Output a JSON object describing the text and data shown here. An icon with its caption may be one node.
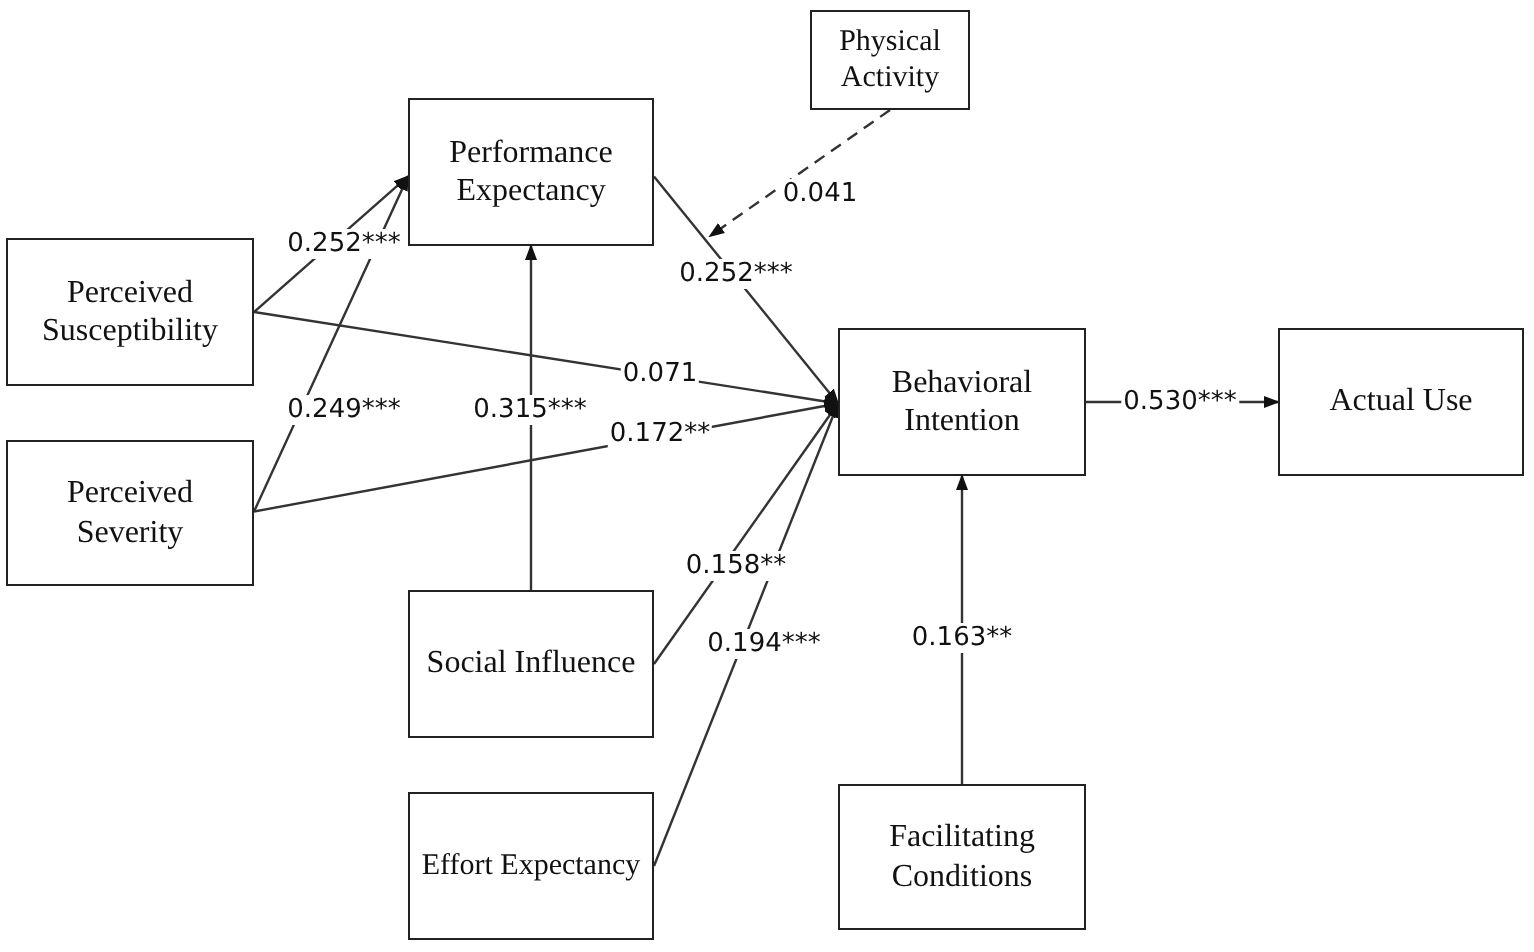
{
  "diagram": {
    "nodes": [
      {
        "text": [
          "Physical Activity"
        ]
      },
      {
        "text": [
          "Performance Expectancy"
        ]
      },
      {
        "text": [
          "Perceived Susceptibility"
        ]
      },
      {
        "text": [
          "Behavioral Intention"
        ]
      },
      {
        "text": [
          "Actual Use"
        ]
      },
      {
        "text": [
          "Perceived Severity"
        ]
      },
      {
        "text": [
          "Social Influence"
        ]
      },
      {
        "text": [
          "Effort Expectancy"
        ]
      },
      {
        "text": [
          "Facilitating Conditions"
        ]
      }
    ],
    "edges": [
      {
        "from": 2,
        "to": 1,
        "arrow": "to",
        "label": "0.252***"
      },
      {
        "from": 5,
        "to": 1,
        "arrow": "to",
        "label": "0.249***"
      },
      {
        "from": 6,
        "to": 1,
        "arrow": "to",
        "label": "0.315***"
      },
      {
        "from": 1,
        "to": 3,
        "arrow": "to",
        "label": "0.252***"
      },
      {
        "from": 0,
        "to": null,
        "arrow": "to",
        "label": "0.041",
        "style": "dashed"
      },
      {
        "from": 2,
        "to": 3,
        "arrow": "to",
        "label": "0.071"
      },
      {
        "from": 5,
        "to": 3,
        "arrow": "to",
        "label": "0.172**"
      },
      {
        "from": 6,
        "to": 3,
        "arrow": "to",
        "label": "0.158**"
      },
      {
        "from": 7,
        "to": 3,
        "arrow": "to",
        "label": "0.194***"
      },
      {
        "from": 3,
        "to": 4,
        "arrow": "to",
        "label": "0.530***"
      },
      {
        "from": 8,
        "to": 3,
        "arrow": "to",
        "label": "0.163**"
      }
    ]
  }
}
